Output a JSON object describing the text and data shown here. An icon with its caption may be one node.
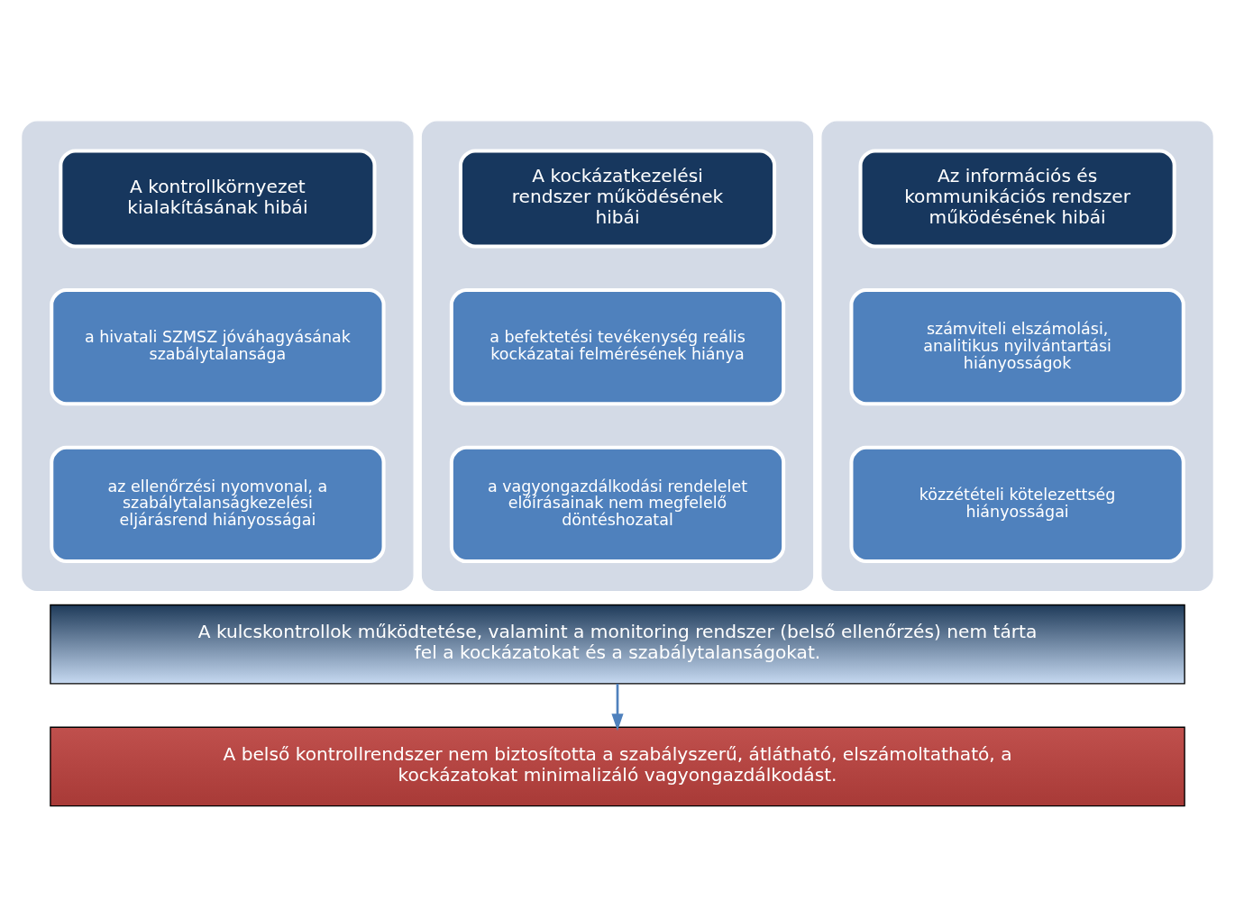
{
  "diagram": {
    "nodes": [
      {
        "text": [],
        "shape": "box"
      },
      {
        "text": [
          "A kontrollkörnyezet kialakításának hibái"
        ],
        "in": 0
      },
      {
        "text": [
          "a hivatali SZMSZ jóváhagyásának szabálytalansága"
        ],
        "in": 0
      },
      {
        "text": [
          "az ellenőrzési nyomvonal, a szabálytalanságkezelési eljárásrend hiányosságai"
        ],
        "in": 0
      },
      {
        "text": [],
        "shape": "box"
      },
      {
        "text": [
          "A kockázatkezelési rendszer működésének hibái"
        ],
        "in": 4
      },
      {
        "text": [
          "a befektetési tevékenység reális kockázatai felmérésének hiánya"
        ],
        "in": 4
      },
      {
        "text": [
          "a vagyongazdálkodási rendelelet előírásainak nem megfelelő döntéshozatal"
        ],
        "in": 4
      },
      {
        "text": [],
        "shape": "box"
      },
      {
        "text": [
          "Az információs és kommunikációs rendszer működésének hibái"
        ],
        "in": 8
      },
      {
        "text": [
          "számviteli elszámolási, analitikus nyilvántartási hiányosságok"
        ],
        "in": 8
      },
      {
        "text": [
          "közzétételi kötelezettség hiányosságai"
        ],
        "in": 8
      },
      {
        "text": [
          "A kulcskontrollok működtetése, valamint a monitoring rendszer (belső ellenőrzés) nem tárta fel a kockázatokat és a szabálytalanságokat."
        ]
      },
      {
        "text": [
          "A belső kontrollrendszer nem biztosította a szabályszerű, átlátható, elszámoltatható, a kockázatokat minimalizáló vagyongazdálkodást."
        ]
      }
    ],
    "edges": [
      {
        "from": 12,
        "to": 13,
        "arrow": "to"
      }
    ]
  }
}
